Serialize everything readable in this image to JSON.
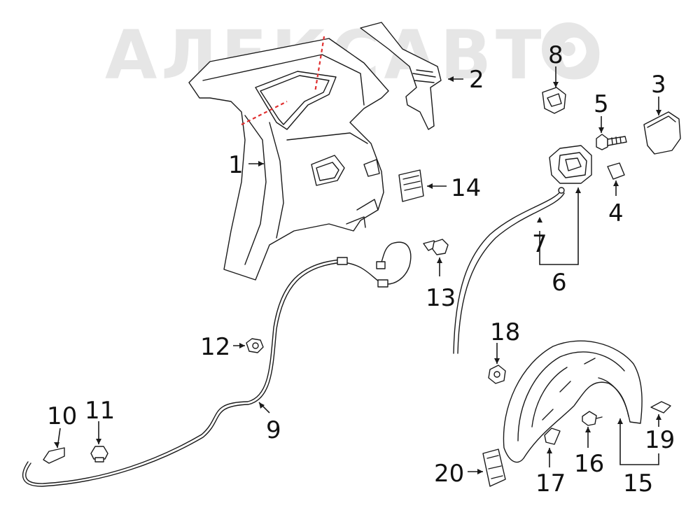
{
  "watermark": {
    "text": "АЛЕКСАВТО"
  },
  "callouts": {
    "c1": "1",
    "c2": "2",
    "c3": "3",
    "c4": "4",
    "c5": "5",
    "c6": "6",
    "c7": "7",
    "c8": "8",
    "c9": "9",
    "c10": "10",
    "c11": "11",
    "c12": "12",
    "c13": "13",
    "c14": "14",
    "c15": "15",
    "c16": "16",
    "c17": "17",
    "c18": "18",
    "c19": "19",
    "c20": "20"
  },
  "colors": {
    "line": "#1a1a1a",
    "cut_marks": "#e03030",
    "watermark": "#e6e6e6"
  }
}
